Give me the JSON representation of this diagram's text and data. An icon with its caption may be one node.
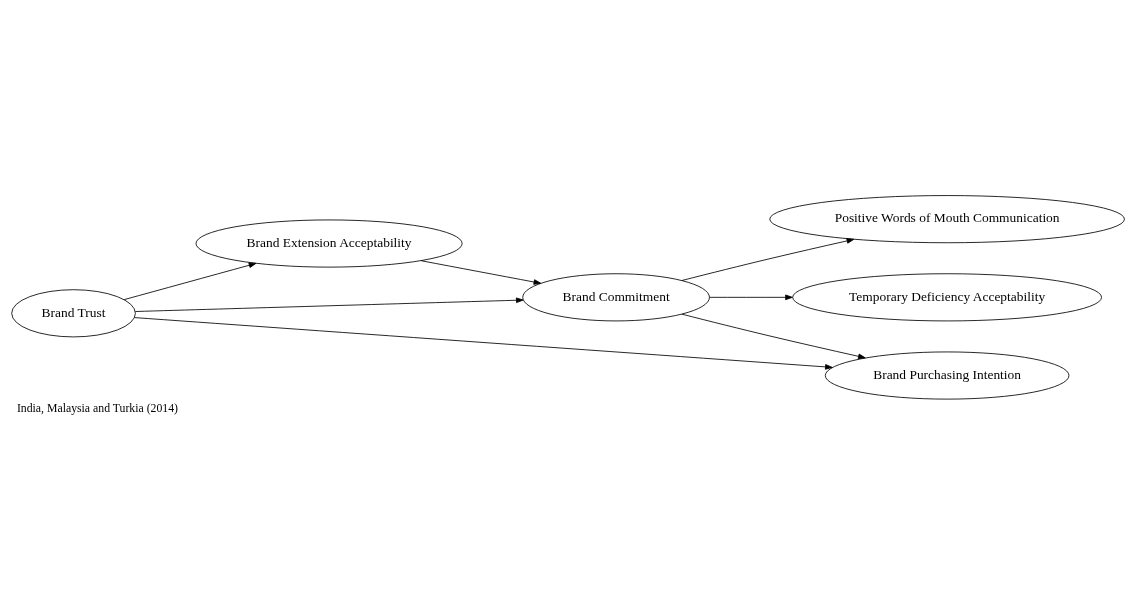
{
  "diagram": {
    "caption": "India, Malaysia and Turkia (2014)",
    "nodes": [
      {
        "text": [
          "Brand Trust"
        ]
      },
      {
        "text": [
          "Brand Extension Acceptability"
        ]
      },
      {
        "text": [
          "Brand Commitment"
        ]
      },
      {
        "text": [
          "Positive Words of Mouth Communication"
        ]
      },
      {
        "text": [
          "Brand Purchasing Intention"
        ]
      },
      {
        "text": [
          "Temporary Deficiency Acceptability"
        ]
      }
    ],
    "edges": [
      {
        "from": 0,
        "to": 1,
        "arrow": "to"
      },
      {
        "from": 0,
        "to": 2,
        "arrow": "to"
      },
      {
        "from": 0,
        "to": 4,
        "arrow": "to"
      },
      {
        "from": 1,
        "to": 2,
        "arrow": "to"
      },
      {
        "from": 2,
        "to": 3,
        "arrow": "to"
      },
      {
        "from": 2,
        "to": 4,
        "arrow": "to"
      },
      {
        "from": 2,
        "to": 5,
        "arrow": "to"
      }
    ]
  }
}
